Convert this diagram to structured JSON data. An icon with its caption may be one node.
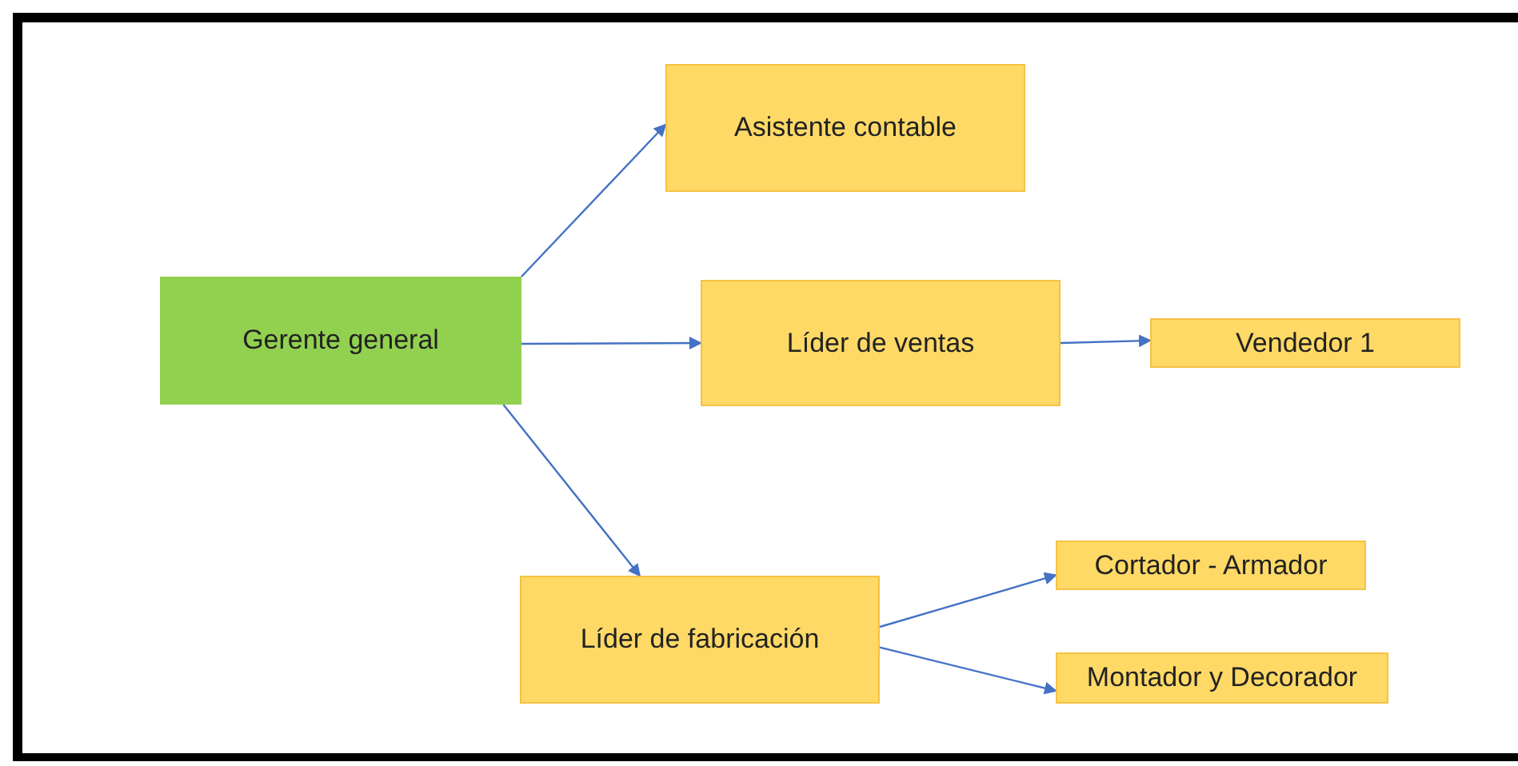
{
  "diagram": {
    "nodes": [
      {
        "text": [
          "Gerente general"
        ]
      },
      {
        "text": [
          "Asistente contable"
        ]
      },
      {
        "text": [
          "Líder de ventas"
        ]
      },
      {
        "text": [
          "Vendedor 1"
        ]
      },
      {
        "text": [
          "Líder de fabricación"
        ]
      },
      {
        "text": [
          "Cortador - Armador"
        ]
      },
      {
        "text": [
          "Montador y Decorador"
        ]
      }
    ],
    "edges": [
      {
        "from": 0,
        "to": 1,
        "arrow": "to"
      },
      {
        "from": 0,
        "to": 2,
        "arrow": "to"
      },
      {
        "from": 0,
        "to": 4,
        "arrow": "to"
      },
      {
        "from": 2,
        "to": 3,
        "arrow": "to"
      },
      {
        "from": 4,
        "to": 5,
        "arrow": "to"
      },
      {
        "from": 4,
        "to": 6,
        "arrow": "to"
      }
    ]
  }
}
